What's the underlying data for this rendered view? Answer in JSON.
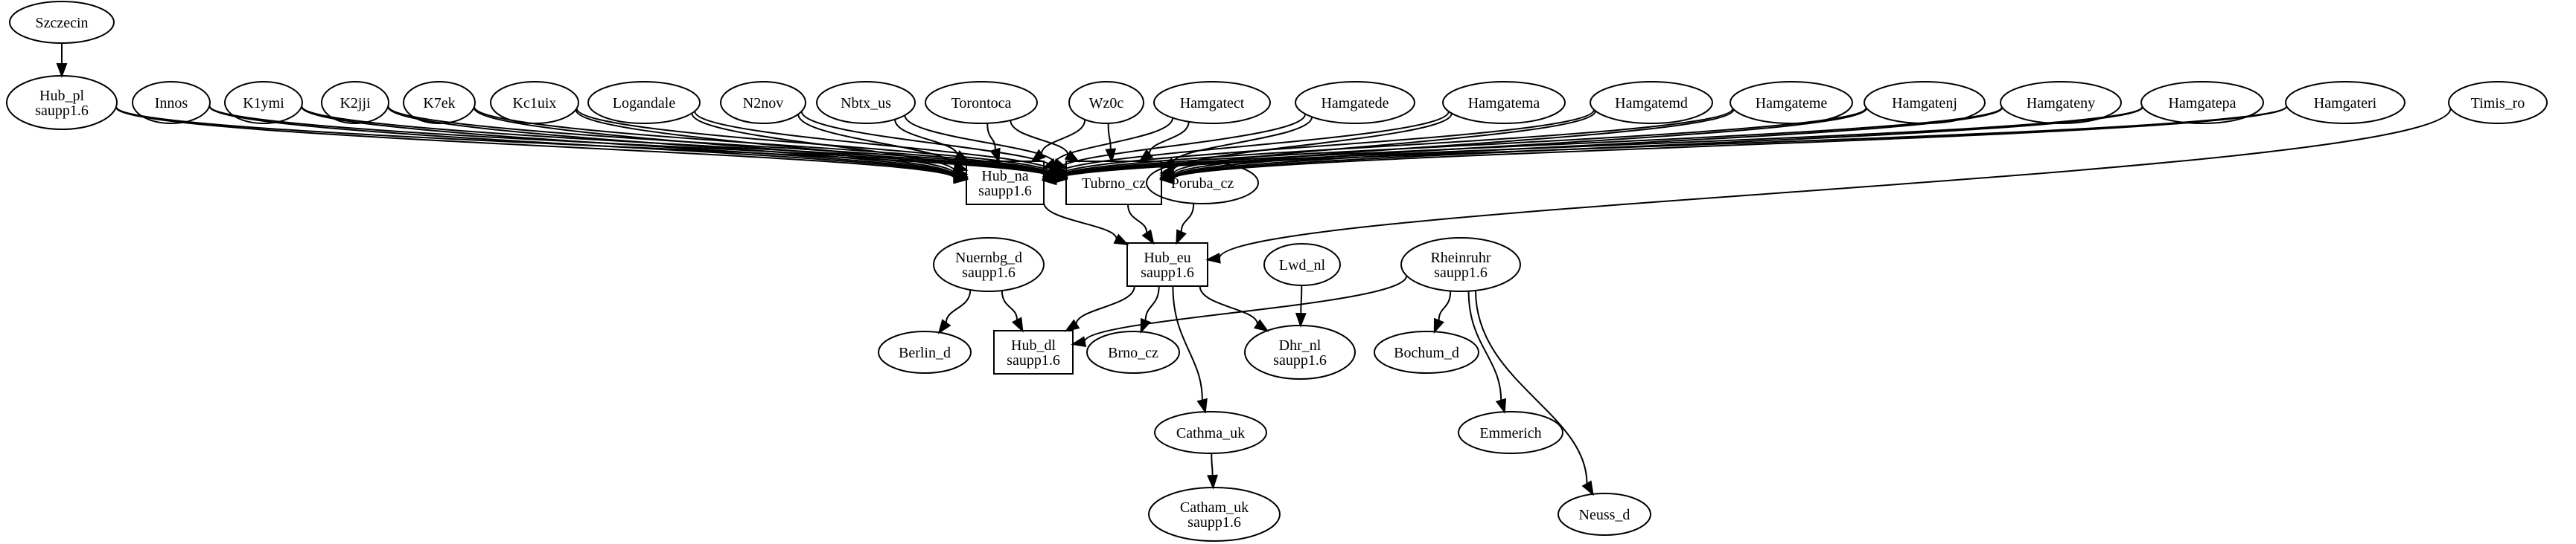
{
  "graph": {
    "nodes": [
      {
        "id": "Szczecin",
        "lines": [
          "Szczecin"
        ],
        "shape": "ellipse"
      },
      {
        "id": "Hub_pl",
        "lines": [
          "Hub_pl",
          "saupp1.6"
        ],
        "shape": "ellipse"
      },
      {
        "id": "Innos",
        "lines": [
          "Innos"
        ],
        "shape": "ellipse"
      },
      {
        "id": "K1ymi",
        "lines": [
          "K1ymi"
        ],
        "shape": "ellipse"
      },
      {
        "id": "K2jji",
        "lines": [
          "K2jji"
        ],
        "shape": "ellipse"
      },
      {
        "id": "K7ek",
        "lines": [
          "K7ek"
        ],
        "shape": "ellipse"
      },
      {
        "id": "Kc1uix",
        "lines": [
          "Kc1uix"
        ],
        "shape": "ellipse"
      },
      {
        "id": "Logandale",
        "lines": [
          "Logandale"
        ],
        "shape": "ellipse"
      },
      {
        "id": "N2nov",
        "lines": [
          "N2nov"
        ],
        "shape": "ellipse"
      },
      {
        "id": "Nbtx_us",
        "lines": [
          "Nbtx_us"
        ],
        "shape": "ellipse"
      },
      {
        "id": "Torontoca",
        "lines": [
          "Torontoca"
        ],
        "shape": "ellipse"
      },
      {
        "id": "Wz0c",
        "lines": [
          "Wz0c"
        ],
        "shape": "ellipse"
      },
      {
        "id": "Hamgatect",
        "lines": [
          "Hamgatect"
        ],
        "shape": "ellipse"
      },
      {
        "id": "Hamgatede",
        "lines": [
          "Hamgatede"
        ],
        "shape": "ellipse"
      },
      {
        "id": "Hamgatema",
        "lines": [
          "Hamgatema"
        ],
        "shape": "ellipse"
      },
      {
        "id": "Hamgatemd",
        "lines": [
          "Hamgatemd"
        ],
        "shape": "ellipse"
      },
      {
        "id": "Hamgateme",
        "lines": [
          "Hamgateme"
        ],
        "shape": "ellipse"
      },
      {
        "id": "Hamgatenj",
        "lines": [
          "Hamgatenj"
        ],
        "shape": "ellipse"
      },
      {
        "id": "Hamgateny",
        "lines": [
          "Hamgateny"
        ],
        "shape": "ellipse"
      },
      {
        "id": "Hamgatepa",
        "lines": [
          "Hamgatepa"
        ],
        "shape": "ellipse"
      },
      {
        "id": "Hamgateri",
        "lines": [
          "Hamgateri"
        ],
        "shape": "ellipse"
      },
      {
        "id": "Timis_ro",
        "lines": [
          "Timis_ro"
        ],
        "shape": "ellipse"
      },
      {
        "id": "Hub_na",
        "lines": [
          "Hub_na",
          "saupp1.6"
        ],
        "shape": "box"
      },
      {
        "id": "Tubrno_cz",
        "lines": [
          "Tubrno_cz"
        ],
        "shape": "box"
      },
      {
        "id": "Poruba_cz",
        "lines": [
          "Poruba_cz"
        ],
        "shape": "ellipse"
      },
      {
        "id": "Nuernbg_d",
        "lines": [
          "Nuernbg_d",
          "saupp1.6"
        ],
        "shape": "ellipse"
      },
      {
        "id": "Hub_eu",
        "lines": [
          "Hub_eu",
          "saupp1.6"
        ],
        "shape": "box"
      },
      {
        "id": "Lwd_nl",
        "lines": [
          "Lwd_nl"
        ],
        "shape": "ellipse"
      },
      {
        "id": "Rheinruhr",
        "lines": [
          "Rheinruhr",
          "saupp1.6"
        ],
        "shape": "ellipse"
      },
      {
        "id": "Berlin_d",
        "lines": [
          "Berlin_d"
        ],
        "shape": "ellipse"
      },
      {
        "id": "Hub_dl",
        "lines": [
          "Hub_dl",
          "saupp1.6"
        ],
        "shape": "box"
      },
      {
        "id": "Brno_cz",
        "lines": [
          "Brno_cz"
        ],
        "shape": "ellipse"
      },
      {
        "id": "Dhr_nl",
        "lines": [
          "Dhr_nl",
          "saupp1.6"
        ],
        "shape": "ellipse"
      },
      {
        "id": "Bochum_d",
        "lines": [
          "Bochum_d"
        ],
        "shape": "ellipse"
      },
      {
        "id": "Emmerich",
        "lines": [
          "Emmerich"
        ],
        "shape": "ellipse"
      },
      {
        "id": "Cathma_uk",
        "lines": [
          "Cathma_uk"
        ],
        "shape": "ellipse"
      },
      {
        "id": "Catham_uk",
        "lines": [
          "Catham_uk",
          "saupp1.6"
        ],
        "shape": "ellipse"
      },
      {
        "id": "Neuss_d",
        "lines": [
          "Neuss_d"
        ],
        "shape": "ellipse"
      }
    ],
    "edges": [
      {
        "from": "Szczecin",
        "to": "Hub_pl"
      },
      {
        "from": "Hub_pl",
        "to": "Hub_na"
      },
      {
        "from": "Hub_pl",
        "to": "Tubrno_cz"
      },
      {
        "from": "Innos",
        "to": "Hub_na"
      },
      {
        "from": "Innos",
        "to": "Tubrno_cz"
      },
      {
        "from": "K1ymi",
        "to": "Hub_na"
      },
      {
        "from": "K1ymi",
        "to": "Tubrno_cz"
      },
      {
        "from": "K2jji",
        "to": "Hub_na"
      },
      {
        "from": "K2jji",
        "to": "Tubrno_cz"
      },
      {
        "from": "K7ek",
        "to": "Hub_na"
      },
      {
        "from": "K7ek",
        "to": "Tubrno_cz"
      },
      {
        "from": "Kc1uix",
        "to": "Hub_na"
      },
      {
        "from": "Kc1uix",
        "to": "Tubrno_cz"
      },
      {
        "from": "Logandale",
        "to": "Hub_na"
      },
      {
        "from": "Logandale",
        "to": "Tubrno_cz"
      },
      {
        "from": "N2nov",
        "to": "Hub_na"
      },
      {
        "from": "N2nov",
        "to": "Tubrno_cz"
      },
      {
        "from": "Nbtx_us",
        "to": "Hub_na"
      },
      {
        "from": "Nbtx_us",
        "to": "Tubrno_cz"
      },
      {
        "from": "Torontoca",
        "to": "Hub_na"
      },
      {
        "from": "Torontoca",
        "to": "Tubrno_cz"
      },
      {
        "from": "Wz0c",
        "to": "Hub_na"
      },
      {
        "from": "Wz0c",
        "to": "Tubrno_cz"
      },
      {
        "from": "Hamgatect",
        "to": "Hub_na"
      },
      {
        "from": "Hamgatect",
        "to": "Tubrno_cz"
      },
      {
        "from": "Hamgatede",
        "to": "Hub_na"
      },
      {
        "from": "Hamgatede",
        "to": "Tubrno_cz"
      },
      {
        "from": "Hamgatema",
        "to": "Hub_na"
      },
      {
        "from": "Hamgatema",
        "to": "Tubrno_cz"
      },
      {
        "from": "Hamgatemd",
        "to": "Hub_na"
      },
      {
        "from": "Hamgatemd",
        "to": "Tubrno_cz"
      },
      {
        "from": "Hamgateme",
        "to": "Hub_na"
      },
      {
        "from": "Hamgateme",
        "to": "Tubrno_cz"
      },
      {
        "from": "Hamgatenj",
        "to": "Hub_na"
      },
      {
        "from": "Hamgatenj",
        "to": "Tubrno_cz"
      },
      {
        "from": "Hamgateny",
        "to": "Hub_na"
      },
      {
        "from": "Hamgateny",
        "to": "Tubrno_cz"
      },
      {
        "from": "Hamgatepa",
        "to": "Hub_na"
      },
      {
        "from": "Hamgatepa",
        "to": "Tubrno_cz"
      },
      {
        "from": "Hamgateri",
        "to": "Hub_na"
      },
      {
        "from": "Hamgateri",
        "to": "Tubrno_cz"
      },
      {
        "from": "Timis_ro",
        "to": "Hub_eu"
      },
      {
        "from": "Hub_na",
        "to": "Hub_eu"
      },
      {
        "from": "Tubrno_cz",
        "to": "Hub_eu"
      },
      {
        "from": "Poruba_cz",
        "to": "Hub_eu"
      },
      {
        "from": "Nuernbg_d",
        "to": "Berlin_d"
      },
      {
        "from": "Nuernbg_d",
        "to": "Hub_dl"
      },
      {
        "from": "Hub_eu",
        "to": "Hub_dl"
      },
      {
        "from": "Hub_eu",
        "to": "Brno_cz"
      },
      {
        "from": "Hub_eu",
        "to": "Dhr_nl"
      },
      {
        "from": "Hub_eu",
        "to": "Cathma_uk"
      },
      {
        "from": "Lwd_nl",
        "to": "Dhr_nl"
      },
      {
        "from": "Rheinruhr",
        "to": "Hub_dl"
      },
      {
        "from": "Rheinruhr",
        "to": "Bochum_d"
      },
      {
        "from": "Rheinruhr",
        "to": "Emmerich"
      },
      {
        "from": "Rheinruhr",
        "to": "Neuss_d"
      },
      {
        "from": "Cathma_uk",
        "to": "Catham_uk"
      }
    ]
  }
}
